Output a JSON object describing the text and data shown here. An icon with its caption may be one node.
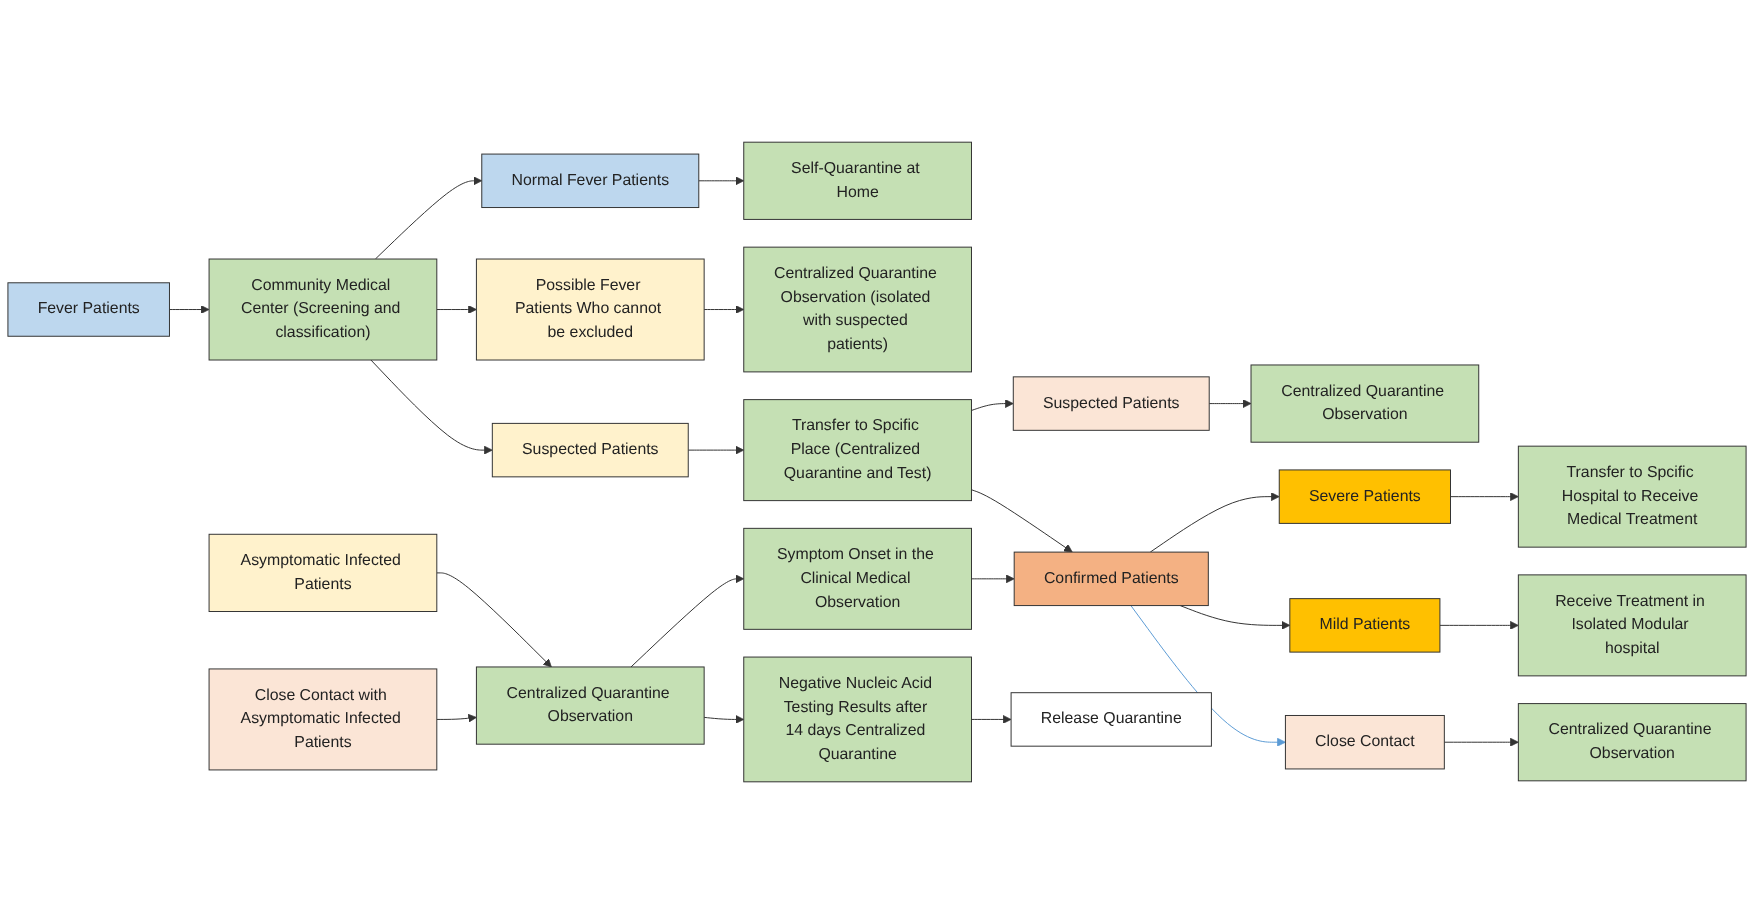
{
  "diagram": {
    "nodes": [
      {
        "text": [
          "Fever Patients"
        ]
      },
      {
        "text": [
          "Community Medical Center (Screening and classification)"
        ]
      },
      {
        "text": [
          "Normal Fever Patients"
        ]
      },
      {
        "text": [
          "Self-Quarantine at Home"
        ]
      },
      {
        "text": [
          "Possible Fever Patients Who cannot be excluded"
        ]
      },
      {
        "text": [
          "Centralized Quarantine Observation (isolated with suspected patients)"
        ]
      },
      {
        "text": [
          "Suspected Patients"
        ]
      },
      {
        "text": [
          "Transfer to Spcific Place (Centralized Quarantine and Test)"
        ]
      },
      {
        "text": [
          "Suspected Patients"
        ]
      },
      {
        "text": [
          "Centralized Quarantine Observation"
        ]
      },
      {
        "text": [
          "Confirmed Patients"
        ]
      },
      {
        "text": [
          "Severe Patients"
        ]
      },
      {
        "text": [
          "Transfer to Spcific Hospital to Receive Medical Treatment"
        ]
      },
      {
        "text": [
          "Mild Patients"
        ]
      },
      {
        "text": [
          "Receive Treatment in Isolated Modular hospital"
        ]
      },
      {
        "text": [
          "Close Contact"
        ]
      },
      {
        "text": [
          "Centralized Quarantine Observation"
        ]
      },
      {
        "text": [
          "Asymptomatic Infected Patients"
        ]
      },
      {
        "text": [
          "Close Contact with Asymptomatic Infected Patients"
        ]
      },
      {
        "text": [
          "Centralized Quarantine Observation"
        ]
      },
      {
        "text": [
          "Symptom Onset in the Clinical Medical Observation"
        ]
      },
      {
        "text": [
          "Negative Nucleic Acid Testing Results after 14 days Centralized Quarantine"
        ]
      },
      {
        "text": [
          "Release Quarantine"
        ]
      }
    ],
    "edges": [
      {
        "from": 0,
        "to": 1,
        "arrow": "to"
      },
      {
        "from": 1,
        "to": 2,
        "arrow": "to"
      },
      {
        "from": 1,
        "to": 4,
        "arrow": "to"
      },
      {
        "from": 1,
        "to": 6,
        "arrow": "to"
      },
      {
        "from": 2,
        "to": 3,
        "arrow": "to"
      },
      {
        "from": 4,
        "to": 5,
        "arrow": "to"
      },
      {
        "from": 6,
        "to": 7,
        "arrow": "to"
      },
      {
        "from": 7,
        "to": 8,
        "arrow": "to"
      },
      {
        "from": 7,
        "to": 10,
        "arrow": "to"
      },
      {
        "from": 8,
        "to": 9,
        "arrow": "to"
      },
      {
        "from": 10,
        "to": 11,
        "arrow": "to"
      },
      {
        "from": 10,
        "to": 13,
        "arrow": "to"
      },
      {
        "from": 11,
        "to": 12,
        "arrow": "to"
      },
      {
        "from": 13,
        "to": 14,
        "arrow": "to"
      },
      {
        "from": 10,
        "to": 15,
        "arrow": "to",
        "color": "#5b9bd5"
      },
      {
        "from": 15,
        "to": 16,
        "arrow": "to"
      },
      {
        "from": 17,
        "to": 19,
        "arrow": "to"
      },
      {
        "from": 18,
        "to": 19,
        "arrow": "to"
      },
      {
        "from": 19,
        "to": 20,
        "arrow": "to"
      },
      {
        "from": 19,
        "to": 21,
        "arrow": "to"
      },
      {
        "from": 20,
        "to": 10,
        "arrow": "to"
      },
      {
        "from": 21,
        "to": 22,
        "arrow": "to"
      }
    ]
  }
}
